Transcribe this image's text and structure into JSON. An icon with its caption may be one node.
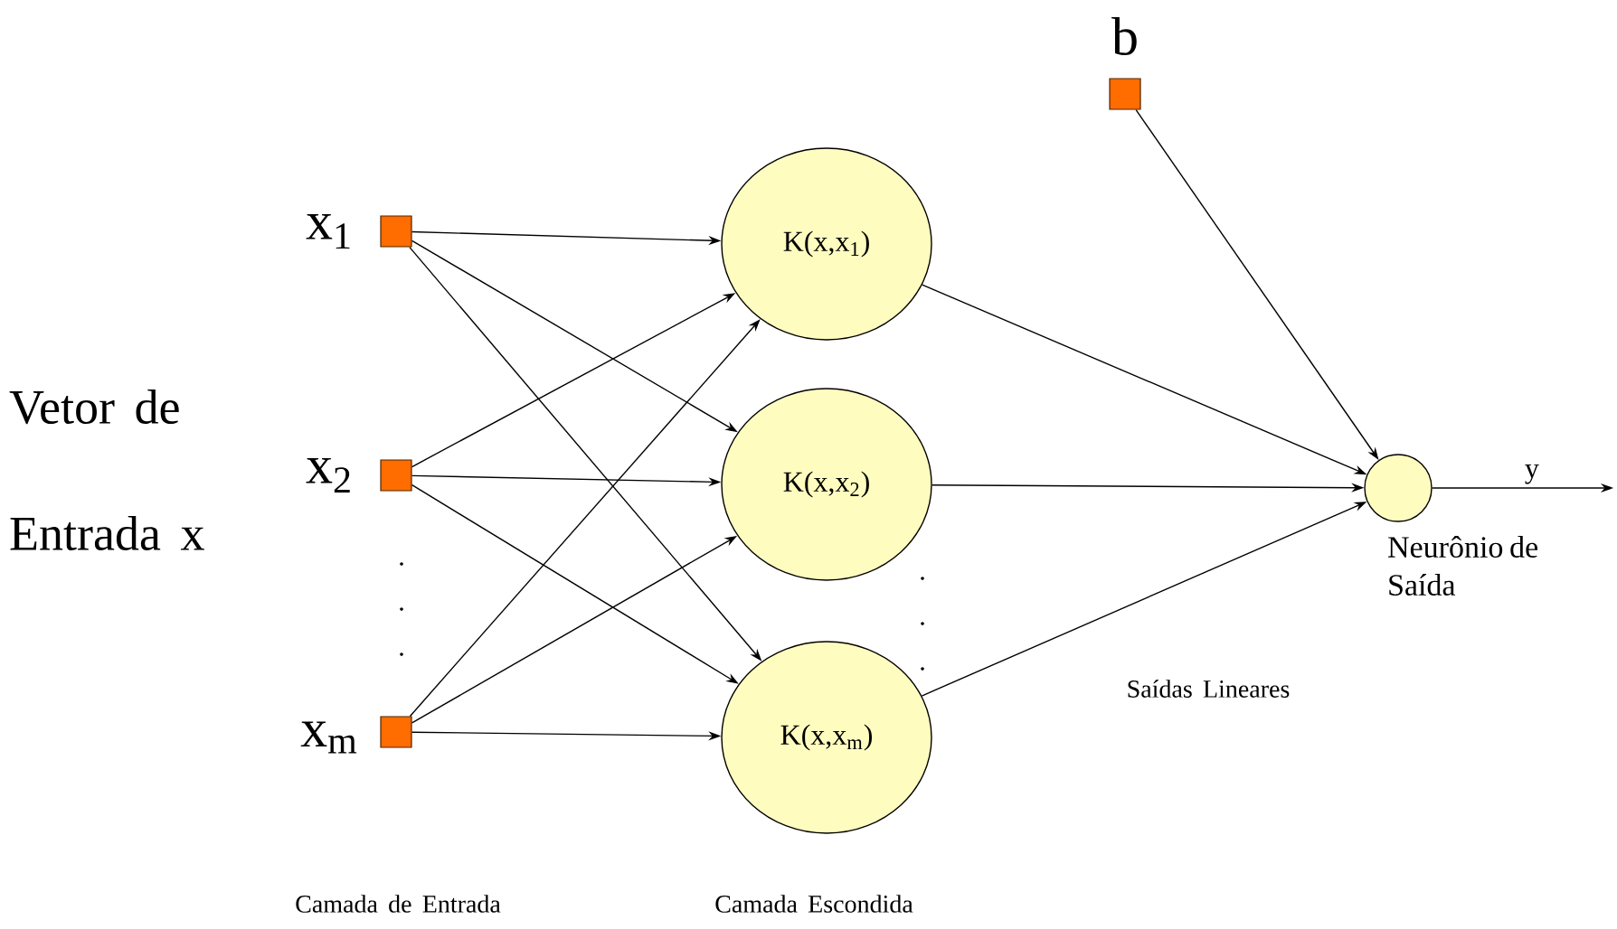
{
  "diagram": {
    "nodes": [
      {
        "text": [],
        "shape": "box",
        "beside": [
          "x$_{1}$"
        ]
      },
      {
        "text": [],
        "shape": "box",
        "beside": [
          "x$_{2}$"
        ]
      },
      {
        "text": [],
        "shape": "box",
        "beside": [
          "x$_{m}$"
        ]
      },
      {
        "text": [
          "K(x,x$_{1}$)"
        ]
      },
      {
        "text": [
          "K(x,x$_{2}$)"
        ]
      },
      {
        "text": [
          "K(x,x$_{m}$)"
        ]
      },
      {
        "text": [],
        "shape": "box",
        "beside": [
          "b"
        ]
      },
      {
        "text": [],
        "shape": "circle",
        "beside": [
          "Neurônio de Saída"
        ]
      }
    ],
    "edges": [
      {
        "from": 0,
        "to": 3,
        "arrow": "to"
      },
      {
        "from": 0,
        "to": 4,
        "arrow": "to"
      },
      {
        "from": 0,
        "to": 5,
        "arrow": "to"
      },
      {
        "from": 1,
        "to": 3,
        "arrow": "to"
      },
      {
        "from": 1,
        "to": 4,
        "arrow": "to"
      },
      {
        "from": 1,
        "to": 5,
        "arrow": "to"
      },
      {
        "from": 2,
        "to": 3,
        "arrow": "to"
      },
      {
        "from": 2,
        "to": 4,
        "arrow": "to"
      },
      {
        "from": 2,
        "to": 5,
        "arrow": "to"
      },
      {
        "from": 3,
        "to": 7,
        "arrow": "to"
      },
      {
        "from": 4,
        "to": 7,
        "arrow": "to"
      },
      {
        "from": 5,
        "to": 7,
        "arrow": "to"
      },
      {
        "from": 6,
        "to": 7,
        "arrow": "to"
      },
      {
        "from": 7,
        "to": null,
        "arrow": "to",
        "label": "y"
      }
    ],
    "labels": [
      "Vetor de Entrada x",
      "Saídas Lineares",
      "Camada de Entrada",
      "Camada Escondida"
    ]
  }
}
